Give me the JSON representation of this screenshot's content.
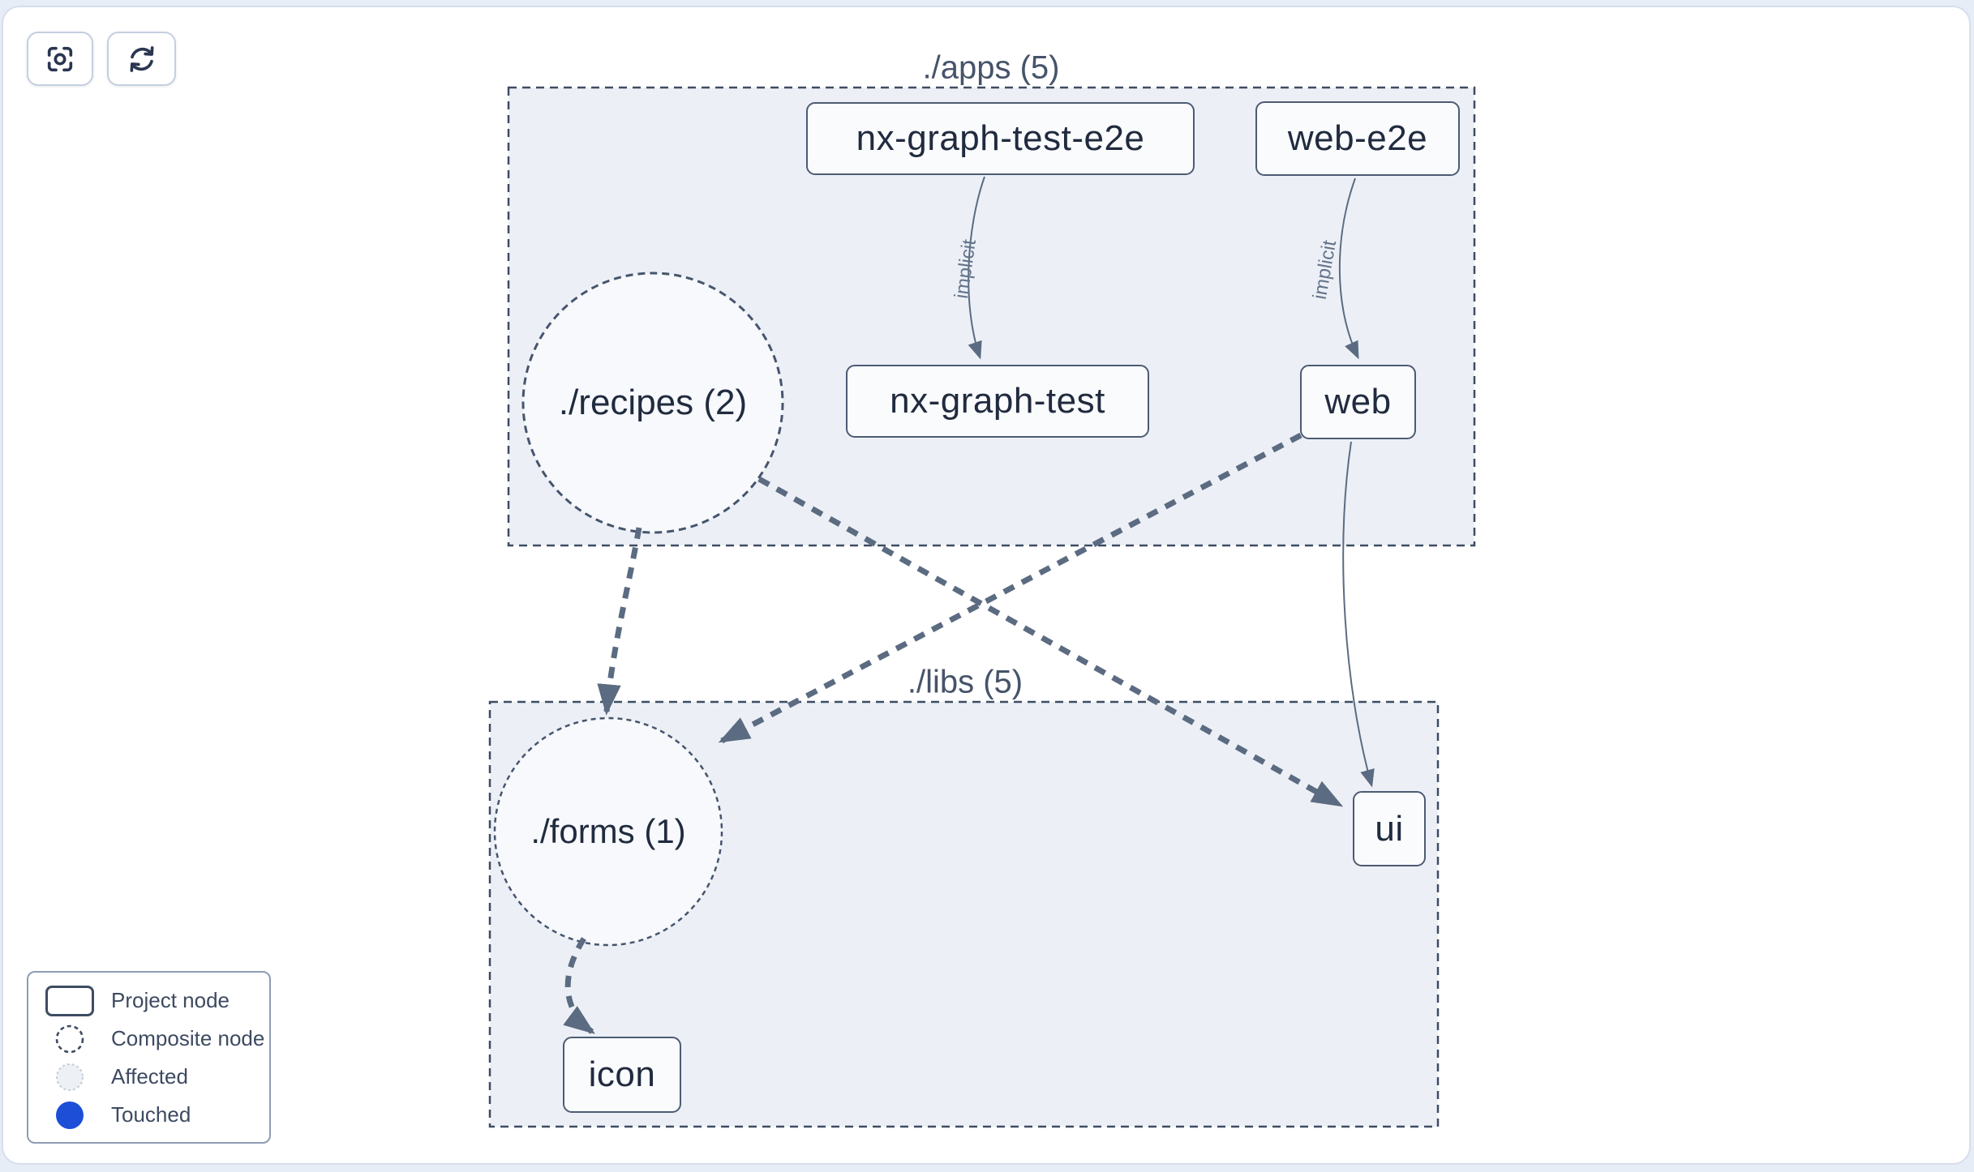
{
  "toolbar": {
    "buttons": [
      {
        "name": "focus",
        "icon": "focus-scan-icon"
      },
      {
        "name": "refresh",
        "icon": "refresh-icon"
      }
    ]
  },
  "graph": {
    "groups": [
      {
        "id": "apps",
        "label": "./apps (5)"
      },
      {
        "id": "libs",
        "label": "./libs (5)"
      }
    ],
    "nodes": [
      {
        "id": "nx-graph-test-e2e",
        "label": "nx-graph-test-e2e",
        "type": "project",
        "group": "apps"
      },
      {
        "id": "web-e2e",
        "label": "web-e2e",
        "type": "project",
        "group": "apps"
      },
      {
        "id": "recipes",
        "label": "./recipes (2)",
        "type": "composite",
        "group": "apps"
      },
      {
        "id": "nx-graph-test",
        "label": "nx-graph-test",
        "type": "project",
        "group": "apps"
      },
      {
        "id": "web",
        "label": "web",
        "type": "project",
        "group": "apps"
      },
      {
        "id": "forms",
        "label": "./forms (1)",
        "type": "composite",
        "group": "libs"
      },
      {
        "id": "ui",
        "label": "ui",
        "type": "project",
        "group": "libs"
      },
      {
        "id": "icon",
        "label": "icon",
        "type": "project",
        "group": "libs"
      }
    ],
    "edges": [
      {
        "from": "nx-graph-test-e2e",
        "to": "nx-graph-test",
        "label": "implicit",
        "style": "solid-thin"
      },
      {
        "from": "web-e2e",
        "to": "web",
        "label": "implicit",
        "style": "solid-thin"
      },
      {
        "from": "web",
        "to": "ui",
        "label": "",
        "style": "solid-thin"
      },
      {
        "from": "./recipes",
        "to": "./forms",
        "label": "",
        "style": "dashed-thick"
      },
      {
        "from": "./recipes",
        "to": "ui",
        "label": "",
        "style": "dashed-thick"
      },
      {
        "from": "web",
        "to": "./forms",
        "label": "",
        "style": "dashed-thick"
      },
      {
        "from": "./forms",
        "to": "icon",
        "label": "",
        "style": "dashed-thick"
      }
    ]
  },
  "legend": {
    "items": [
      {
        "label": "Project node",
        "icon": "project-node-icon"
      },
      {
        "label": "Composite node",
        "icon": "composite-node-icon"
      },
      {
        "label": "Affected",
        "icon": "affected-node-icon"
      },
      {
        "label": "Touched",
        "icon": "touched-node-icon"
      }
    ]
  },
  "colors": {
    "page-bg": "#e7edf7",
    "canvas-bg": "#ffffff",
    "canvas-border": "#d7deeb",
    "group-fill": "#ecf0f6",
    "group-stroke": "#3e4c62",
    "circle-fill": "#f7f9fc",
    "circle-stroke": "#46556d",
    "node-fill": "#fafbfd",
    "node-stroke": "#4d5b73",
    "node-text": "#212b3f",
    "group-label": "#46536a",
    "edge-color": "#5b6b81",
    "edge-label": "#64748b",
    "button-border": "#c5cfe1",
    "icon-color": "#2a3650",
    "legend-border": "#8e9cb3",
    "legend-text": "#3d4a61",
    "touched-blue": "#1d4ed8",
    "affected-fill": "#edf0f5",
    "affected-stroke": "#c7cdd9"
  }
}
